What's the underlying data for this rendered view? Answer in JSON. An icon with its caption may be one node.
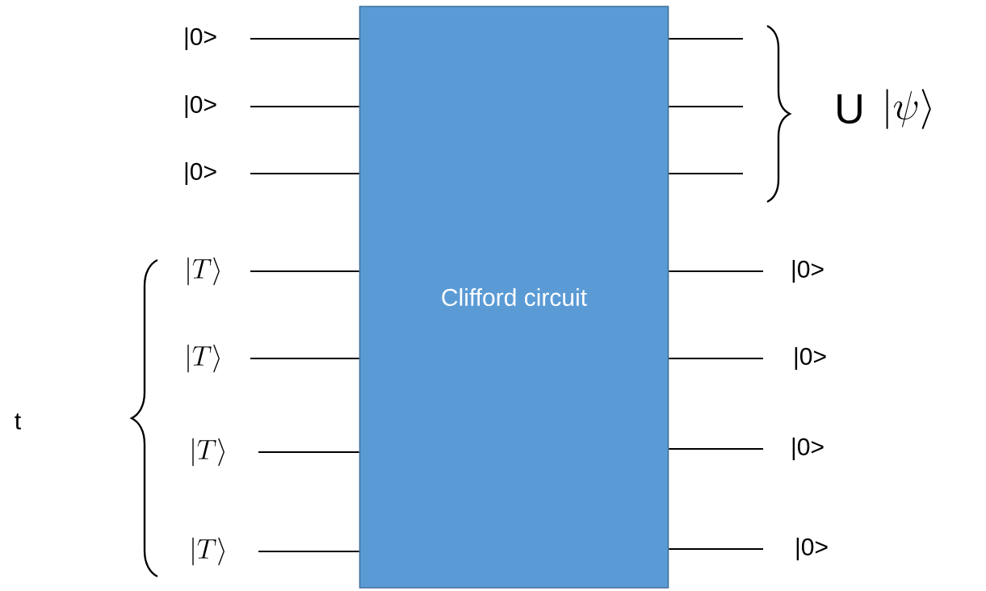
{
  "diagram": {
    "nodes": [
      {
        "text": [
          "Clifford circuit"
        ]
      },
      {
        "text": [
          "|0>"
        ]
      },
      {
        "text": [
          "|0>"
        ]
      },
      {
        "text": [
          "|0>"
        ]
      },
      {
        "text": [
          "|T\\rangle"
        ]
      },
      {
        "text": [
          "|T\\rangle"
        ]
      },
      {
        "text": [
          "|T\\rangle"
        ]
      },
      {
        "text": [
          "|T\\rangle"
        ]
      },
      {
        "text": [
          "|0>"
        ]
      },
      {
        "text": [
          "|0>"
        ]
      },
      {
        "text": [
          "|0>"
        ]
      },
      {
        "text": [
          "|0>"
        ]
      }
    ],
    "edges": [
      {
        "from": 1,
        "to": 0,
        "arrow": "none"
      },
      {
        "from": 2,
        "to": 0,
        "arrow": "none"
      },
      {
        "from": 3,
        "to": 0,
        "arrow": "none"
      },
      {
        "from": 4,
        "to": 0,
        "arrow": "none"
      },
      {
        "from": 5,
        "to": 0,
        "arrow": "none"
      },
      {
        "from": 6,
        "to": 0,
        "arrow": "none"
      },
      {
        "from": 7,
        "to": 0,
        "arrow": "none"
      },
      {
        "from": 0,
        "to": null,
        "arrow": "none"
      },
      {
        "from": 0,
        "to": null,
        "arrow": "none"
      },
      {
        "from": 0,
        "to": null,
        "arrow": "none"
      },
      {
        "from": 0,
        "to": 8,
        "arrow": "none"
      },
      {
        "from": 0,
        "to": 9,
        "arrow": "none"
      },
      {
        "from": 0,
        "to": 10,
        "arrow": "none"
      },
      {
        "from": 0,
        "to": 11,
        "arrow": "none"
      }
    ],
    "labels": [
      "t",
      "U",
      "|\\psi\\rangle"
    ]
  }
}
